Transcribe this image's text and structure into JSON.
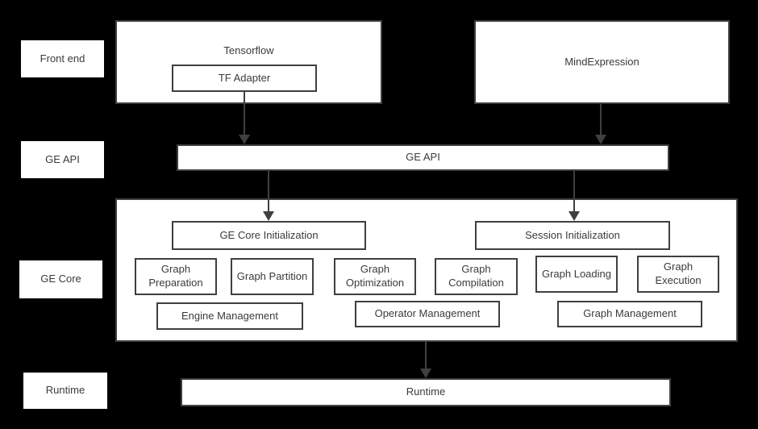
{
  "colors": {
    "background": "#000000",
    "box_fill": "#ffffff",
    "border": "#3f3f3f",
    "text": "#3b3b3b",
    "arrow": "#3f3f3f"
  },
  "side_labels": [
    {
      "label": "Front end"
    },
    {
      "label": "GE API"
    },
    {
      "label": "GE Core"
    },
    {
      "label": "Runtime"
    }
  ],
  "front_end": {
    "tensorflow_label": "Tensorflow",
    "tf_adapter_label": "TF Adapter",
    "mindexpression_label": "MindExpression"
  },
  "ge_api_bar": {
    "label": "GE API"
  },
  "ge_core": {
    "initialization": [
      {
        "label": "GE Core Initialization"
      },
      {
        "label": "Session Initialization"
      }
    ],
    "modules": [
      {
        "label": "Graph Preparation"
      },
      {
        "label": "Graph Partition"
      },
      {
        "label": "Graph Optimization"
      },
      {
        "label": "Graph Compilation"
      },
      {
        "label": "Graph Loading"
      },
      {
        "label": "Graph Execution"
      }
    ],
    "management": [
      {
        "label": "Engine Management"
      },
      {
        "label": "Operator Management"
      },
      {
        "label": "Graph Management"
      }
    ]
  },
  "runtime_bar": {
    "label": "Runtime"
  }
}
